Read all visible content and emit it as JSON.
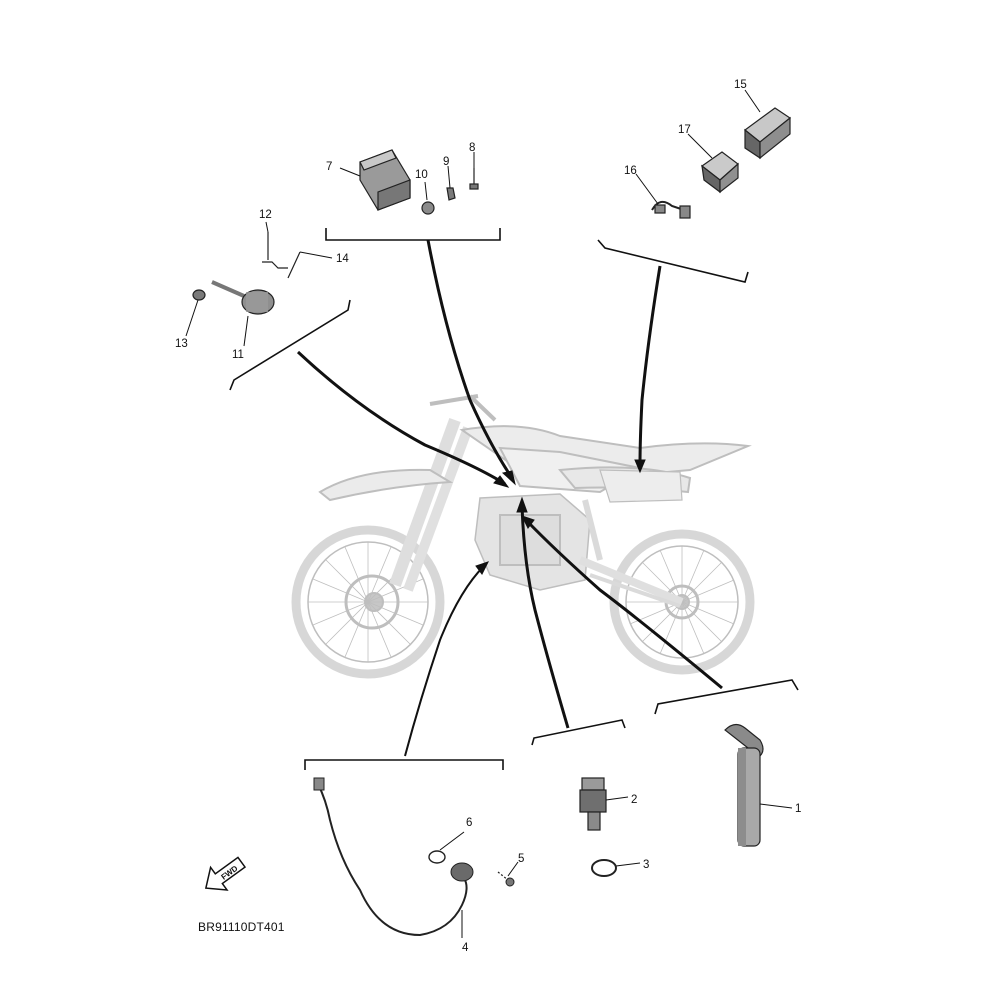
{
  "diagram": {
    "drawing_code": "BR91110DT401",
    "fwd_label": "FWD",
    "callouts": [
      {
        "n": "1",
        "label": "1"
      },
      {
        "n": "2",
        "label": "2"
      },
      {
        "n": "3",
        "label": "3"
      },
      {
        "n": "4",
        "label": "4"
      },
      {
        "n": "5",
        "label": "5"
      },
      {
        "n": "6",
        "label": "6"
      },
      {
        "n": "7",
        "label": "7"
      },
      {
        "n": "8",
        "label": "8"
      },
      {
        "n": "9",
        "label": "9"
      },
      {
        "n": "10",
        "label": "10"
      },
      {
        "n": "11",
        "label": "11"
      },
      {
        "n": "12",
        "label": "12"
      },
      {
        "n": "13",
        "label": "13"
      },
      {
        "n": "14",
        "label": "14"
      },
      {
        "n": "15",
        "label": "15"
      },
      {
        "n": "16",
        "label": "16"
      },
      {
        "n": "17",
        "label": "17"
      }
    ]
  }
}
